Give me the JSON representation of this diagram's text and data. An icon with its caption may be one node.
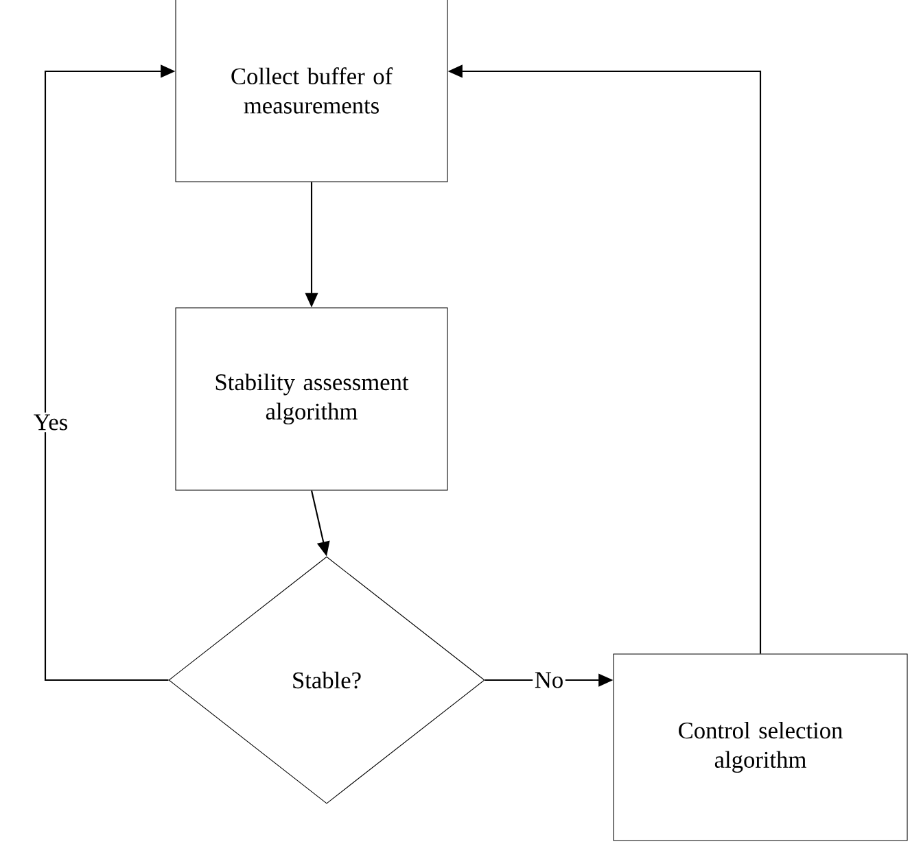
{
  "diagram": {
    "nodes": [
      {
        "text": [
          "Collect buffer of measurements"
        ]
      },
      {
        "text": [
          "Stability assessment algorithm"
        ]
      },
      {
        "text": [
          "Stable?"
        ]
      },
      {
        "text": [
          "Control selection algorithm"
        ]
      }
    ],
    "edges": [
      {
        "from": 0,
        "to": 1,
        "arrow": "to"
      },
      {
        "from": 1,
        "to": 2,
        "arrow": "to"
      },
      {
        "from": 2,
        "to": 0,
        "arrow": "to",
        "label": "Yes"
      },
      {
        "from": 2,
        "to": 3,
        "arrow": "to",
        "label": "No"
      },
      {
        "from": 3,
        "to": 0,
        "arrow": "to"
      }
    ]
  }
}
